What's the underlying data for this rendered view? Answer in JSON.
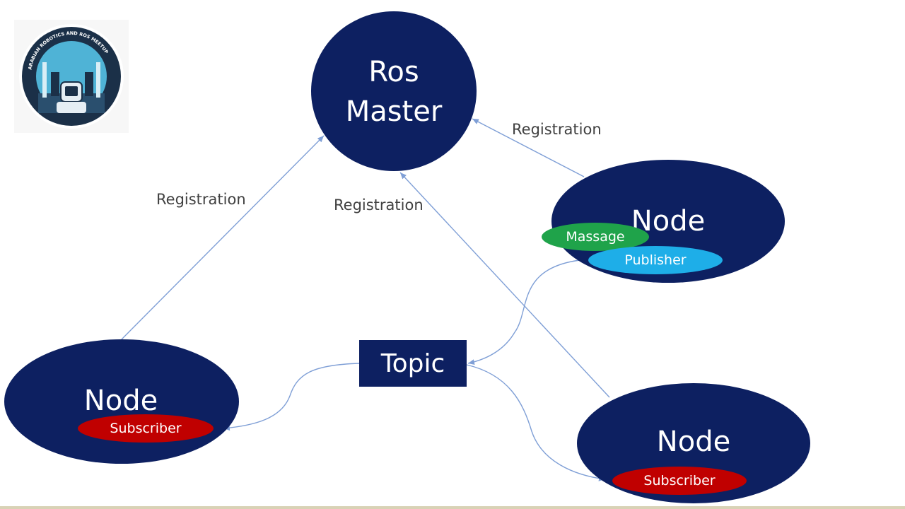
{
  "master": {
    "line1": "Ros",
    "line2": "Master"
  },
  "topic": {
    "label": "Topic"
  },
  "nodes": {
    "publisher_node": {
      "label": "Node",
      "message_label": "Massage",
      "publisher_label": "Publisher"
    },
    "left_subscriber_node": {
      "label": "Node",
      "subscriber_label": "Subscriber"
    },
    "right_subscriber_node": {
      "label": "Node",
      "subscriber_label": "Subscriber"
    }
  },
  "registration_labels": [
    "Registration",
    "Registration",
    "Registration"
  ],
  "logo": {
    "arc_text": "ARABIAN ROBOTICS AND ROS MEETUP"
  },
  "colors": {
    "node_fill": "#0d2061",
    "message_pill": "#1fa34a",
    "publisher_pill": "#1eaee8",
    "subscriber_pill": "#c00000",
    "connector": "#7f9fd6",
    "label_text": "#404040"
  }
}
